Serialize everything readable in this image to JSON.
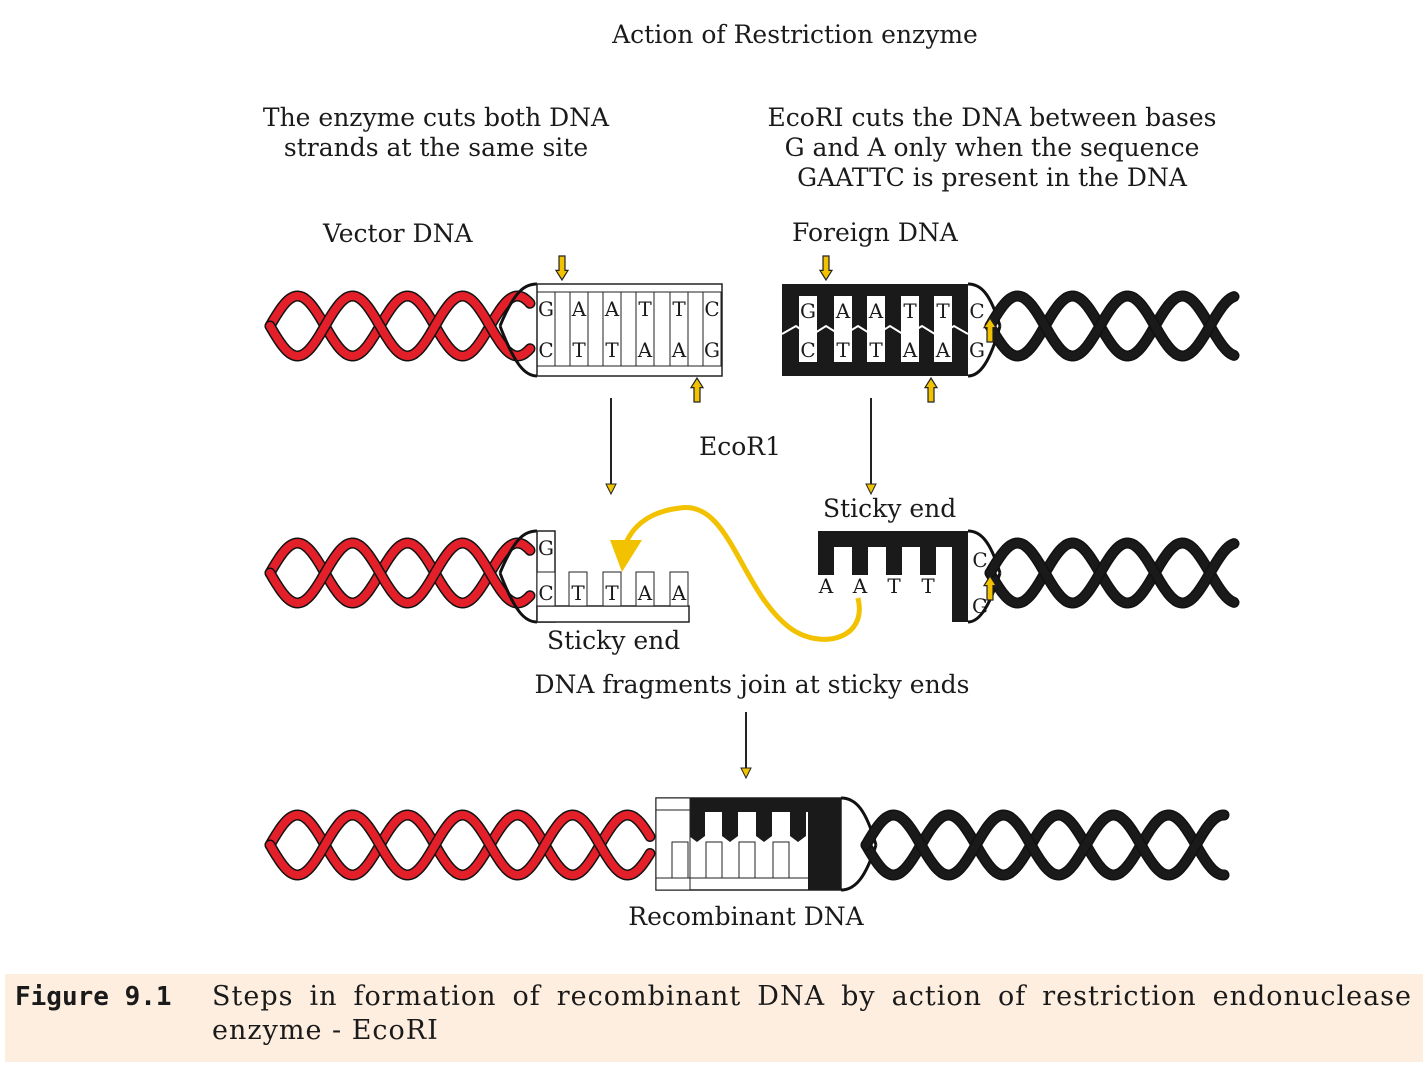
{
  "title": "Action of Restriction enzyme",
  "note_left": [
    "The enzyme cuts both DNA",
    "strands at the same site"
  ],
  "note_right": [
    "EcoRI cuts the DNA between bases",
    "G and A only when the sequence",
    "GAATTC is present in the DNA"
  ],
  "vector_label": "Vector DNA",
  "foreign_label": "Foreign DNA",
  "enzyme_label": "EcoR1",
  "sticky_end_top": "Sticky end",
  "sticky_end_bottom": "Sticky end",
  "join_label": "DNA fragments join at sticky ends",
  "recombinant_label": "Recombinant DNA",
  "sequence_top": [
    "G",
    "A",
    "A",
    "T",
    "T",
    "C"
  ],
  "sequence_bottom": [
    "C",
    "T",
    "T",
    "A",
    "A",
    "G"
  ],
  "vector_sticky": {
    "top": [
      "G"
    ],
    "bottom": [
      "C",
      "T",
      "T",
      "A",
      "A"
    ]
  },
  "foreign_sticky": {
    "overhang": [
      "A",
      "A",
      "T",
      "T"
    ],
    "end_top": "C",
    "end_bottom": "G"
  },
  "colors": {
    "vector": "#e3202a",
    "foreign": "#1a1a1a",
    "arrow": "#f2c200",
    "caption_bg": "#fdeee0"
  },
  "caption": {
    "label": "Figure 9.1",
    "text": "Steps in formation of recombinant DNA by action of restriction endonuclease enzyme - EcoRI"
  }
}
